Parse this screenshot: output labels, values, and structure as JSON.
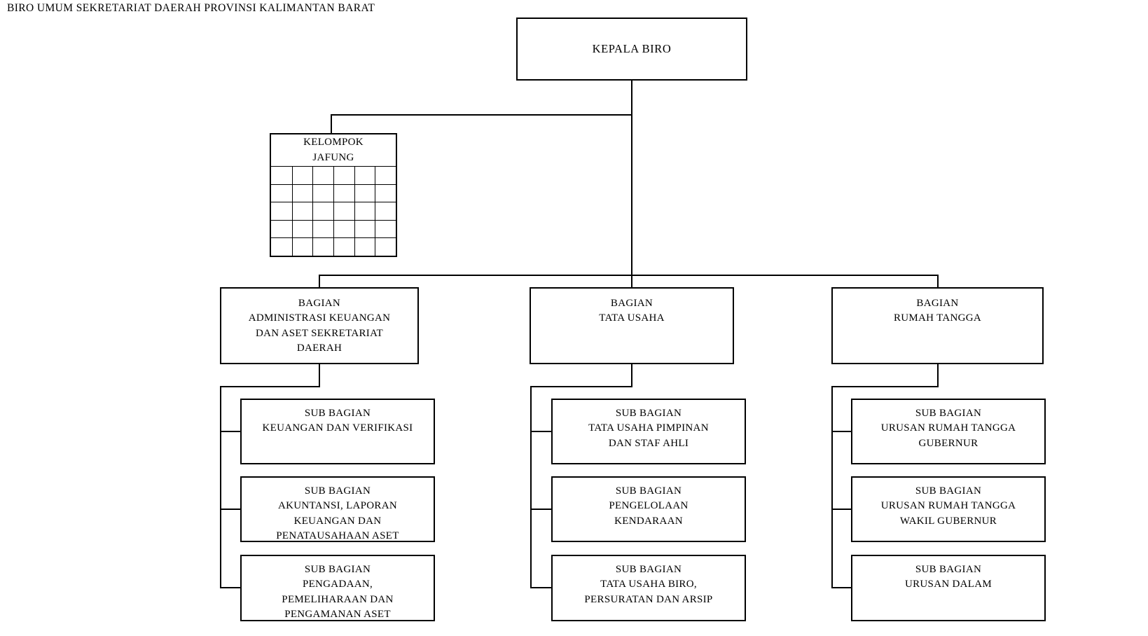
{
  "title": "BIRO UMUM SEKRETARIAT DAERAH PROVINSI KALIMANTAN BARAT",
  "colors": {
    "background": "#ffffff",
    "line": "#000000",
    "text": "#000000"
  },
  "org_chart": {
    "root": {
      "label": "KEPALA BIRO"
    },
    "functional_group": {
      "label": "KELOMPOK\nJAFUNG",
      "grid_rows": 5,
      "grid_cols": 6
    },
    "divisions": [
      {
        "label": "BAGIAN\nADMINISTRASI KEUANGAN\nDAN ASET SEKRETARIAT\nDAERAH",
        "subdivisions": [
          {
            "label": "SUB BAGIAN\nKEUANGAN DAN VERIFIKASI"
          },
          {
            "label": "SUB BAGIAN\nAKUNTANSI, LAPORAN\nKEUANGAN DAN\nPENATAUSAHAAN ASET"
          },
          {
            "label": "SUB BAGIAN\nPENGADAAN,\nPEMELIHARAAN DAN\nPENGAMANAN ASET"
          }
        ]
      },
      {
        "label": "BAGIAN\nTATA USAHA",
        "subdivisions": [
          {
            "label": "SUB BAGIAN\nTATA USAHA PIMPINAN\nDAN STAF AHLI"
          },
          {
            "label": "SUB BAGIAN\nPENGELOLAAN\nKENDARAAN"
          },
          {
            "label": "SUB BAGIAN\nTATA USAHA BIRO,\nPERSURATAN DAN ARSIP"
          }
        ]
      },
      {
        "label": "BAGIAN\nRUMAH TANGGA",
        "subdivisions": [
          {
            "label": "SUB BAGIAN\nURUSAN RUMAH TANGGA\nGUBERNUR"
          },
          {
            "label": "SUB BAGIAN\nURUSAN RUMAH TANGGA\nWAKIL GUBERNUR"
          },
          {
            "label": "SUB BAGIAN\nURUSAN DALAM"
          }
        ]
      }
    ]
  }
}
